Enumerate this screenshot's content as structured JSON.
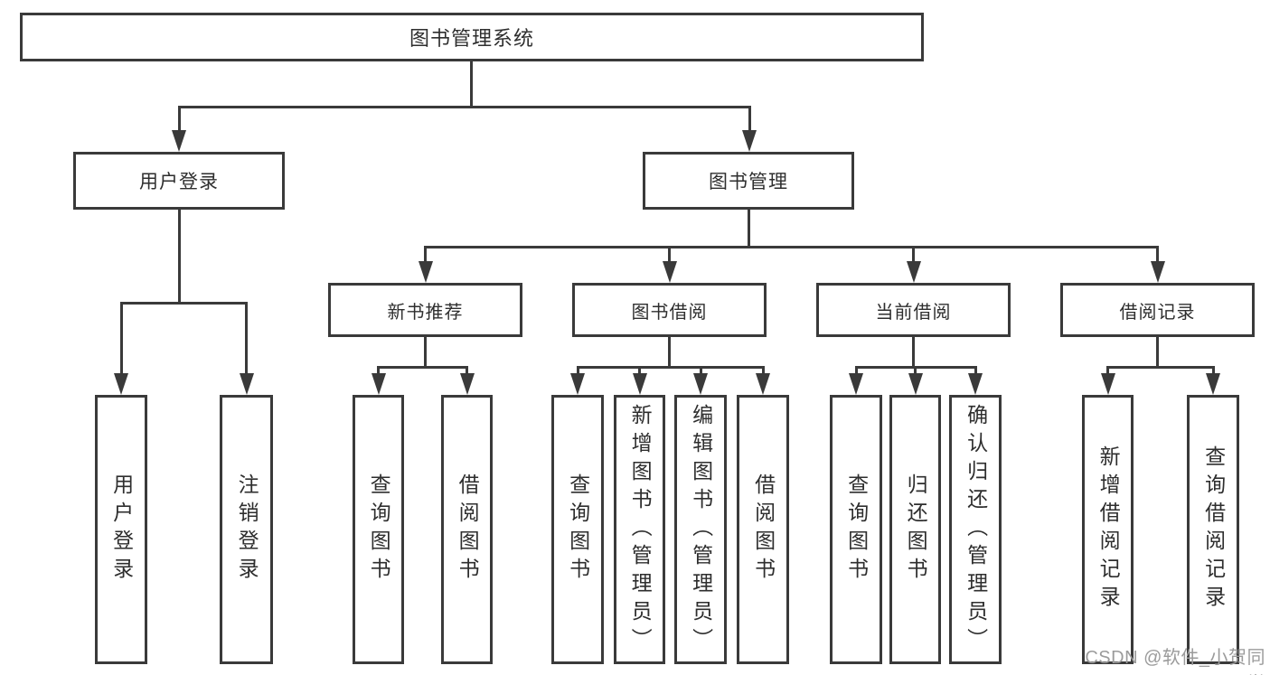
{
  "tree": {
    "root": {
      "label": "图书管理系统"
    },
    "children": [
      {
        "label": "用户登录",
        "children": [
          {
            "label": "用户登录"
          },
          {
            "label": "注销登录"
          }
        ]
      },
      {
        "label": "图书管理",
        "children": [
          {
            "label": "新书推荐",
            "children": [
              {
                "label": "查询图书"
              },
              {
                "label": "借阅图书"
              }
            ]
          },
          {
            "label": "图书借阅",
            "children": [
              {
                "label": "查询图书"
              },
              {
                "label": "新增图书（管理员）"
              },
              {
                "label": "编辑图书（管理员）"
              },
              {
                "label": "借阅图书"
              }
            ]
          },
          {
            "label": "当前借阅",
            "children": [
              {
                "label": "查询图书"
              },
              {
                "label": "归还图书"
              },
              {
                "label": "确认归还（管理员）"
              }
            ]
          },
          {
            "label": "借阅记录",
            "children": [
              {
                "label": "新增借阅记录"
              },
              {
                "label": "查询借阅记录"
              }
            ]
          }
        ]
      }
    ]
  },
  "watermark": {
    "text": "CSDN @软件_小贺同学"
  },
  "colors": {
    "line": "#3a3a3a",
    "text": "#2e2e2e",
    "watermark": "#9b9b9b",
    "background": "#ffffff"
  }
}
